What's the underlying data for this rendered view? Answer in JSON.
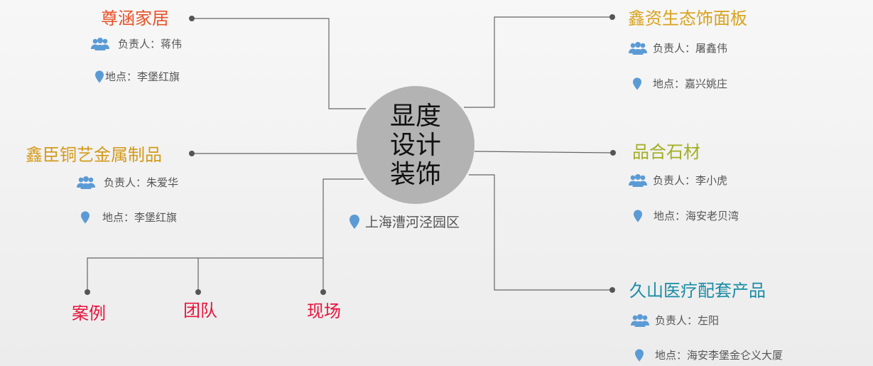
{
  "center": {
    "title": "显度设计装饰",
    "location": "上海漕河泾园区"
  },
  "branches": [
    {
      "title": "尊涵家居",
      "color": "#e8532a",
      "person_label": "负责人：蒋伟",
      "location_label": "地点：李堡红旗"
    },
    {
      "title": "鑫臣铜艺金属制品",
      "color": "#d39a1a",
      "person_label": "负责人：朱爱华",
      "location_label": "地点：李堡红旗"
    },
    {
      "title": "鑫资生态饰面板",
      "color": "#d8a21c",
      "person_label": "负责人：屠鑫伟",
      "location_label": "地点：嘉兴姚庄"
    },
    {
      "title": "品合石材",
      "color": "#a2ae22",
      "person_label": "负责人：李小虎",
      "location_label": "地点：海安老贝湾"
    },
    {
      "title": "久山医疗配套产品",
      "color": "#1a8ca5",
      "person_label": "负责人：左阳",
      "location_label": "地点：海安李堡金仑义大厦"
    }
  ],
  "bottom_items": [
    "案例",
    "团队",
    "现场"
  ],
  "colors": {
    "line": "#555555",
    "node": "#555555",
    "icon": "#5b9bd5",
    "center_fill": "#b3b3b3",
    "bottom_text": "#e8143d"
  },
  "icons": {
    "person": "people-icon",
    "location": "map-pin-icon"
  }
}
